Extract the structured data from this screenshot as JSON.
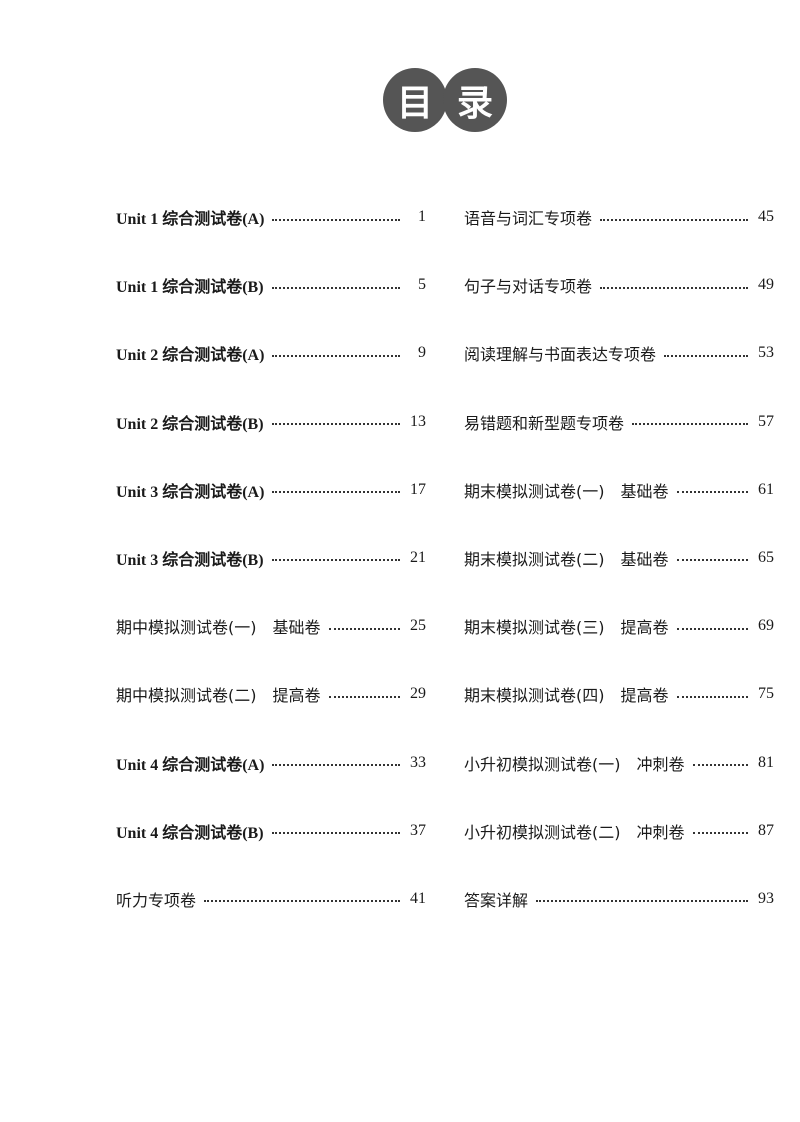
{
  "header": {
    "title_chars": [
      "目",
      "录"
    ]
  },
  "toc_left": [
    {
      "title": "Unit 1 综合测试卷(A)",
      "page": "1"
    },
    {
      "title": "Unit 1 综合测试卷(B)",
      "page": "5"
    },
    {
      "title": "Unit 2 综合测试卷(A)",
      "page": "9"
    },
    {
      "title": "Unit 2 综合测试卷(B)",
      "page": "13"
    },
    {
      "title": "Unit 3 综合测试卷(A)",
      "page": "17"
    },
    {
      "title": "Unit 3 综合测试卷(B)",
      "page": "21"
    },
    {
      "title": "期中模拟测试卷(一)　基础卷",
      "page": "25"
    },
    {
      "title": "期中模拟测试卷(二)　提高卷",
      "page": "29"
    },
    {
      "title": "Unit 4 综合测试卷(A)",
      "page": "33"
    },
    {
      "title": "Unit 4 综合测试卷(B)",
      "page": "37"
    },
    {
      "title": "听力专项卷",
      "page": "41"
    }
  ],
  "toc_right": [
    {
      "title": "语音与词汇专项卷",
      "page": "45"
    },
    {
      "title": "句子与对话专项卷",
      "page": "49"
    },
    {
      "title": "阅读理解与书面表达专项卷",
      "page": "53"
    },
    {
      "title": "易错题和新型题专项卷",
      "page": "57"
    },
    {
      "title": "期末模拟测试卷(一)　基础卷",
      "page": "61"
    },
    {
      "title": "期末模拟测试卷(二)　基础卷",
      "page": "65"
    },
    {
      "title": "期末模拟测试卷(三)　提高卷",
      "page": "69"
    },
    {
      "title": "期末模拟测试卷(四)　提高卷",
      "page": "75"
    },
    {
      "title": "小升初模拟测试卷(一)　冲刺卷",
      "page": "81"
    },
    {
      "title": "小升初模拟测试卷(二)　冲刺卷",
      "page": "87"
    },
    {
      "title": "答案详解",
      "page": "93"
    }
  ],
  "colors": {
    "title_circle": "#555555",
    "title_text": "#ffffff",
    "body_text": "#1a1a1a"
  }
}
